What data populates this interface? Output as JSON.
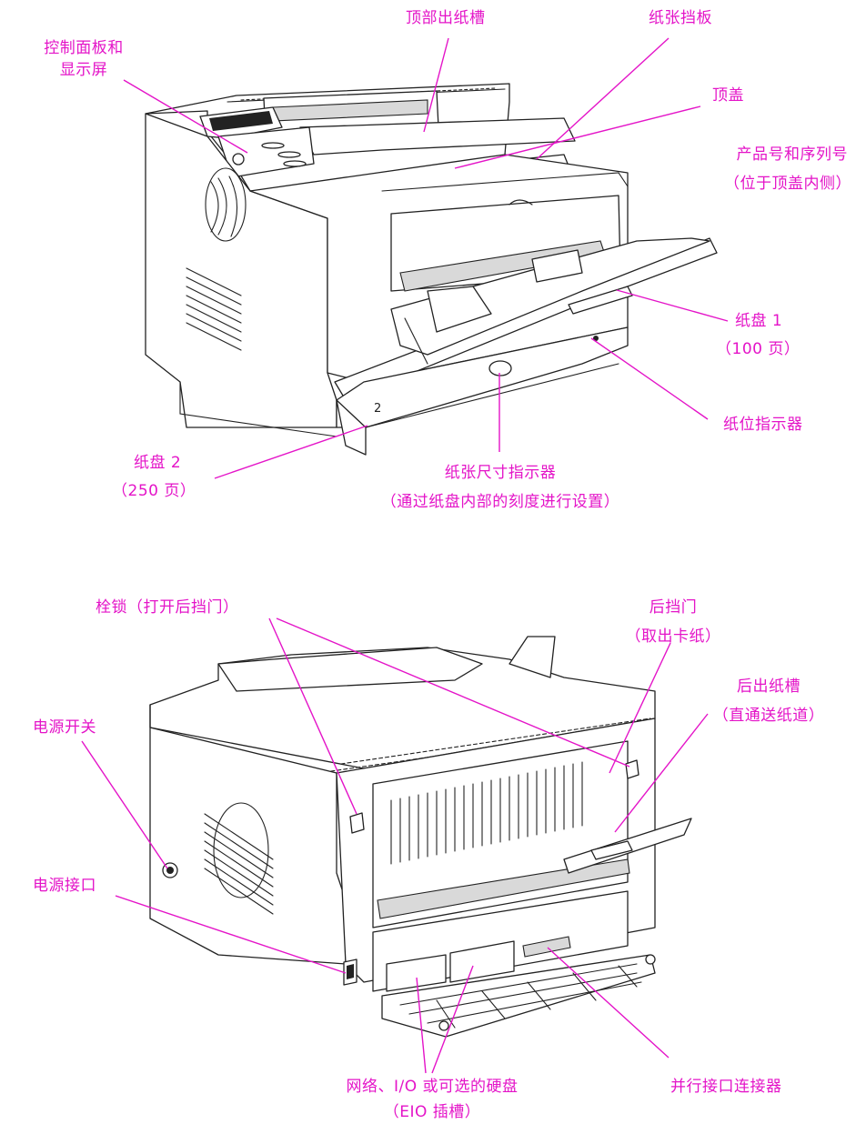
{
  "front": {
    "control_panel": "控制面板和\n显示屏",
    "top_output_bin": "顶部出纸槽",
    "paper_stop": "纸张挡板",
    "top_cover": "顶盖",
    "product_serial_1": "产品号和序列号",
    "product_serial_2": "（位于顶盖内侧）",
    "tray1_1": "纸盘 1",
    "tray1_2": "（100 页）",
    "paper_level": "纸位指示器",
    "tray2_1": "纸盘 2",
    "tray2_2": "（250 页）",
    "size_indicator_1": "纸张尺寸指示器",
    "size_indicator_2": "（通过纸盘内部的刻度进行设置）",
    "tray2_number": "2"
  },
  "rear": {
    "latches": "栓锁（打开后挡门）",
    "rear_door_1": "后挡门",
    "rear_door_2": "（取出卡纸）",
    "power_switch": "电源开关",
    "rear_output_1": "后出纸槽",
    "rear_output_2": "（直通送纸道）",
    "power_connector": "电源接口",
    "eio_1": "网络、I/O 或可选的硬盘",
    "eio_2": "（EIO 插槽）",
    "parallel": "并行接口连接器"
  },
  "colors": {
    "callout": "#e414c8",
    "outline": "#222222"
  }
}
